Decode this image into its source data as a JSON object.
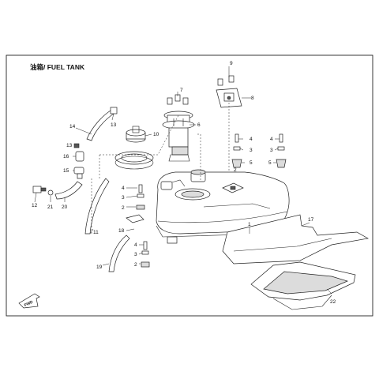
{
  "title": "油箱/ FUEL TANK",
  "callouts": [
    {
      "id": "c1",
      "text": "1"
    },
    {
      "id": "c2a",
      "text": "2"
    },
    {
      "id": "c2b",
      "text": "2"
    },
    {
      "id": "c2c",
      "text": "2"
    },
    {
      "id": "c3a",
      "text": "3"
    },
    {
      "id": "c3b",
      "text": "3"
    },
    {
      "id": "c3c",
      "text": "3"
    },
    {
      "id": "c3d",
      "text": "3"
    },
    {
      "id": "c4a",
      "text": "4"
    },
    {
      "id": "c4b",
      "text": "4"
    },
    {
      "id": "c4c",
      "text": "4"
    },
    {
      "id": "c4d",
      "text": "4"
    },
    {
      "id": "c5a",
      "text": "5"
    },
    {
      "id": "c5b",
      "text": "5"
    },
    {
      "id": "c6",
      "text": "6"
    },
    {
      "id": "c7",
      "text": "7"
    },
    {
      "id": "c8",
      "text": "8"
    },
    {
      "id": "c9",
      "text": "9"
    },
    {
      "id": "c10",
      "text": "10"
    },
    {
      "id": "c11",
      "text": "11"
    },
    {
      "id": "c12",
      "text": "12"
    },
    {
      "id": "c13a",
      "text": "13"
    },
    {
      "id": "c13b",
      "text": "13"
    },
    {
      "id": "c14",
      "text": "14"
    },
    {
      "id": "c15",
      "text": "15"
    },
    {
      "id": "c16",
      "text": "16"
    },
    {
      "id": "c17",
      "text": "17"
    },
    {
      "id": "c18",
      "text": "18"
    },
    {
      "id": "c19",
      "text": "19"
    },
    {
      "id": "c20",
      "text": "20"
    },
    {
      "id": "c21",
      "text": "21"
    },
    {
      "id": "c22",
      "text": "22"
    }
  ],
  "fwd_label": "FWD"
}
